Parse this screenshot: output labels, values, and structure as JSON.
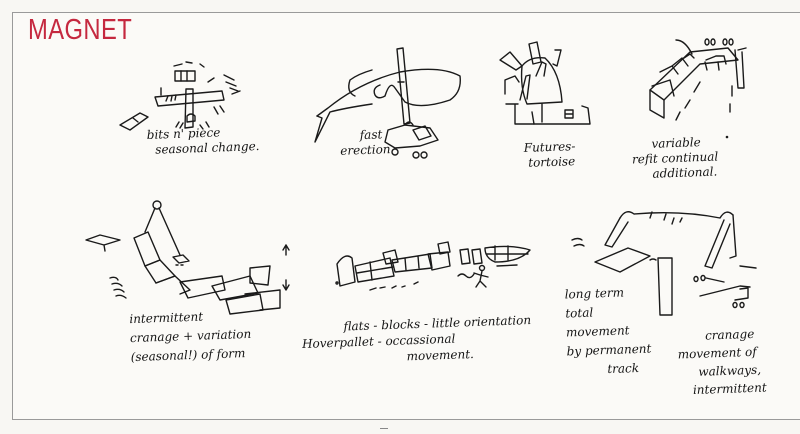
{
  "page": {
    "title": "MAGNET",
    "title_color": "#c5283f",
    "background": "#f8f7f3",
    "border_color": "#9a9a9a",
    "ink_color": "#1a1a1a"
  },
  "sketches": [
    {
      "id": "bits-n-pieces",
      "subject": "bits-and-pieces structure with cross beam",
      "caption": [
        "bits n' piece",
        "seasonal change."
      ]
    },
    {
      "id": "fast-erection",
      "subject": "crane vehicle with tall mast and looping canopy",
      "caption": [
        "fast",
        "erection"
      ]
    },
    {
      "id": "future-tortoise",
      "subject": "dome with radiating arms over a framed base",
      "caption": [
        "Futures-",
        "tortoise"
      ]
    },
    {
      "id": "variable-refit",
      "subject": "modular arch structure with supports",
      "caption": [
        "variable",
        "refit continual",
        "additional."
      ]
    },
    {
      "id": "intermittent-cranage",
      "subject": "crane lifting hinged panel chain",
      "caption": [
        "intermittent",
        "cranage + variation",
        "(seasonal!) of form"
      ]
    },
    {
      "id": "flats-hoverpallet",
      "subject": "row of flat blocks on hoverpallets",
      "caption_lines": {
        "line1": "flats - blocks - little orientation",
        "line2": "Hoverpallet - occassional",
        "line3": "movement."
      }
    },
    {
      "id": "long-term-total-movement",
      "subject": "arched canopy over track-mounted supports",
      "caption_left": [
        "long term",
        "total",
        "movement",
        "by permanent",
        "track"
      ],
      "caption_right": [
        "cranage",
        "movement of",
        "walkways,",
        "intermittent"
      ]
    }
  ]
}
